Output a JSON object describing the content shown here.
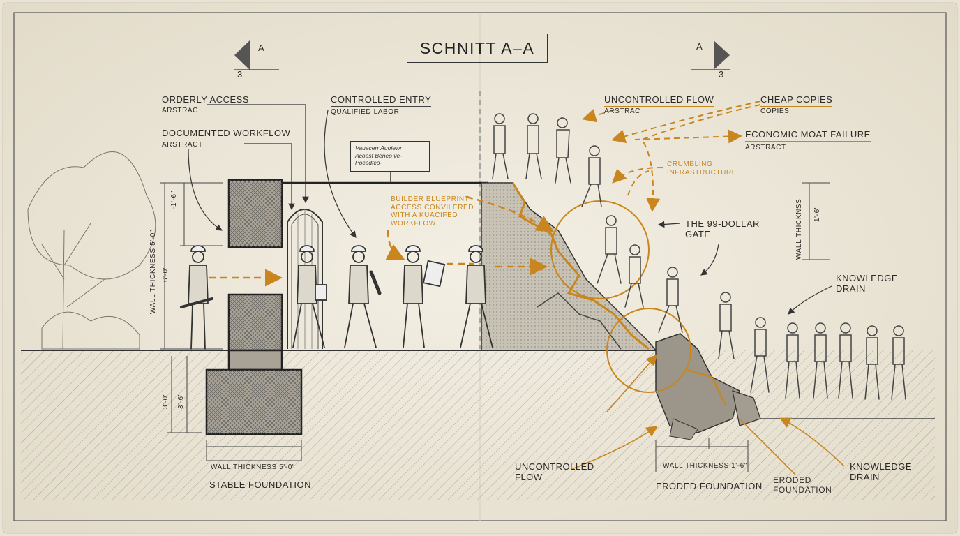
{
  "title": "SCHNITT A–A",
  "section_markers": [
    {
      "letter": "A",
      "number": "3"
    },
    {
      "letter": "A",
      "number": "3"
    }
  ],
  "labels": {
    "orderly_access": "ORDERLY ACCESS",
    "orderly_access_sub": "ARSTRAC",
    "documented_workflow": "DOCUMENTED WORKFLOW",
    "documented_workflow_sub": "ARSTRACT",
    "controlled_entry": "CONTROLLED ENTRY",
    "controlled_entry_sub": "QUALIFIED LABOR",
    "uncontrolled_flow_top": "UNCONTROLLED FLOW",
    "uncontrolled_flow_top_sub": "ARSTRAC",
    "cheap_copies": "CHEAP COPIES",
    "cheap_copies_sub": "COPIES",
    "economic_moat_failure": "ECONOMIC MOAT FAILURE",
    "economic_moat_failure_sub": "ARSTRACT",
    "crumbling_infrastructure": "CRUMBLING\nINFRASTRUCTURE",
    "the_99_dollar_gate": "THE 99-DOLLAR\nGATE",
    "knowledge_drain_right": "KNOWLEDGE\nDRAIN",
    "builder_blueprint": "BUILDER BLUEPRINT\nACCESS CONVILERED\nWITH A KUACIFED\nWORKFLOW",
    "wall_thickness_left_vertical": "WALL THICKNESS 5'-0\"",
    "wall_thickness_right_vertical": "WALL THICKNSS",
    "wall_thickness_left_bottom": "WALL THICKNESS 5'-0\"",
    "stable_foundation": "STABLE FOUNDATION",
    "uncontrolled_flow_bottom": "UNCONTROLLED\nFLOW",
    "wall_thickness_right_bottom": "WALL THICKNESS 1'-6\"",
    "eroded_foundation_1": "ERODED FOUNDATION",
    "eroded_foundation_2": "ERODED\nFOUNDATION",
    "knowledge_drain_bottom": "KNOWLEDGE\nDRAIN",
    "sign_text": "Vauecerr Auoiewr\nAcoest Beneo ve-\nPocedtco-"
  },
  "dimensions": {
    "dim_top_left": "-1'-6\"",
    "dim_mid_left": "6'-0\"",
    "dim_low_left_1": "3'-0\"",
    "dim_low_left_2": "3'-6\"",
    "dim_right": "1'-6\""
  },
  "colors": {
    "paper": "#efeadd",
    "ink": "#2b2926",
    "accent_orange": "#c9861e",
    "stone_fill": "#8f8a80"
  }
}
